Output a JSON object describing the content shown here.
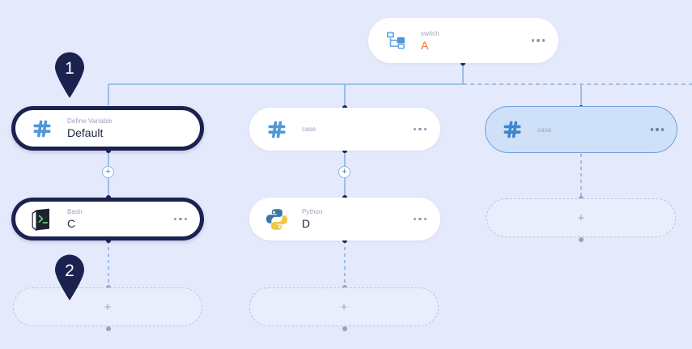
{
  "canvas": {
    "background_color": "#e5e9fc",
    "accent_color": "#f2702a",
    "selected_border_color": "#1b2250",
    "edge_color": "#8ab4e0"
  },
  "nodes": {
    "switch": {
      "label": "switch",
      "value": "A",
      "icon": "switch-icon",
      "menu": "more-options"
    },
    "define_variable": {
      "label": "Define Variable",
      "value": "Default",
      "icon": "hash-icon"
    },
    "case_middle": {
      "label": "case",
      "value": "",
      "icon": "hash-icon"
    },
    "case_right": {
      "label": "case",
      "value": "",
      "icon": "hash-icon"
    },
    "bash": {
      "label": "Bash",
      "value": "C",
      "icon": "bash-terminal-icon"
    },
    "python": {
      "label": "Python",
      "value": "D",
      "icon": "python-icon"
    }
  },
  "placeholders": {
    "add_symbol": "+",
    "left": "",
    "middle": "",
    "right": ""
  },
  "edge_buttons": {
    "add_symbol": "+"
  },
  "markers": [
    {
      "number": "1"
    },
    {
      "number": "2"
    }
  ]
}
